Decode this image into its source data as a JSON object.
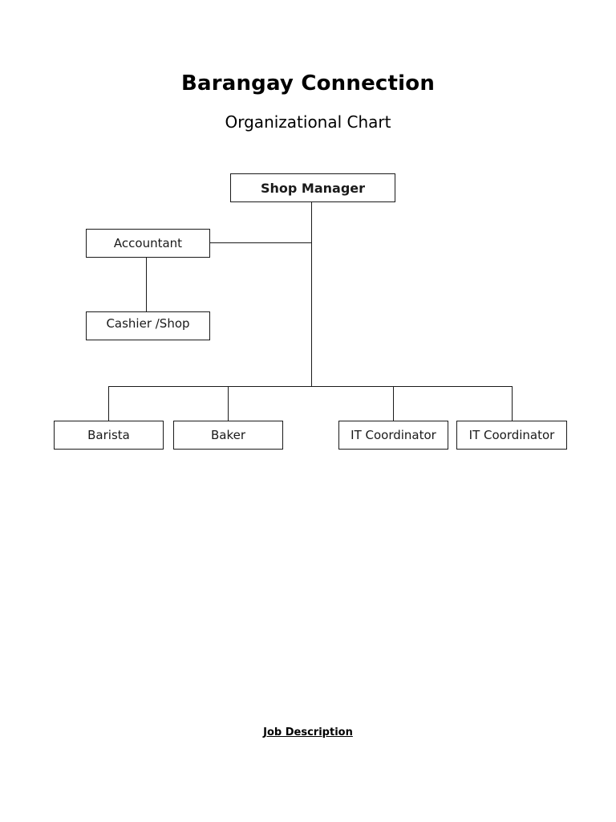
{
  "document": {
    "title": "Barangay Connection",
    "subtitle": "Organizational Chart",
    "footer_label": "Job Description",
    "background_color": "#ffffff",
    "text_color": "#1a1a1a",
    "border_color": "#1a1a1a"
  },
  "chart_data": {
    "type": "diagram",
    "diagram_type": "organizational-chart",
    "title": "Barangay Connection",
    "subtitle": "Organizational Chart",
    "nodes": [
      {
        "id": "shop-manager",
        "label": "Shop Manager",
        "level": 0,
        "bold": true,
        "clipped": false
      },
      {
        "id": "accountant",
        "label": "Accountant",
        "level": 1,
        "bold": false,
        "clipped": false
      },
      {
        "id": "cashier-shop",
        "label": "Cashier /Shop",
        "level": 2,
        "bold": false,
        "clipped": true
      },
      {
        "id": "barista",
        "label": "Barista",
        "level": 2,
        "bold": false,
        "clipped": false
      },
      {
        "id": "baker",
        "label": "Baker",
        "level": 2,
        "bold": false,
        "clipped": false
      },
      {
        "id": "it-coordinator-1",
        "label": "IT Coordinator",
        "level": 2,
        "bold": false,
        "clipped": false
      },
      {
        "id": "it-coordinator-2",
        "label": "IT Coordinator",
        "level": 2,
        "bold": false,
        "clipped": false
      }
    ],
    "edges": [
      {
        "from": "shop-manager",
        "to": "accountant"
      },
      {
        "from": "accountant",
        "to": "cashier-shop"
      },
      {
        "from": "shop-manager",
        "to": "barista"
      },
      {
        "from": "shop-manager",
        "to": "baker"
      },
      {
        "from": "shop-manager",
        "to": "it-coordinator-1"
      },
      {
        "from": "shop-manager",
        "to": "it-coordinator-2"
      }
    ]
  },
  "nodes": {
    "shop_manager": "Shop Manager",
    "accountant": "Accountant",
    "cashier_shop": "Cashier /Shop",
    "barista": "Barista",
    "baker": "Baker",
    "it_coordinator_1": "IT Coordinator",
    "it_coordinator_2": "IT Coordinator"
  }
}
